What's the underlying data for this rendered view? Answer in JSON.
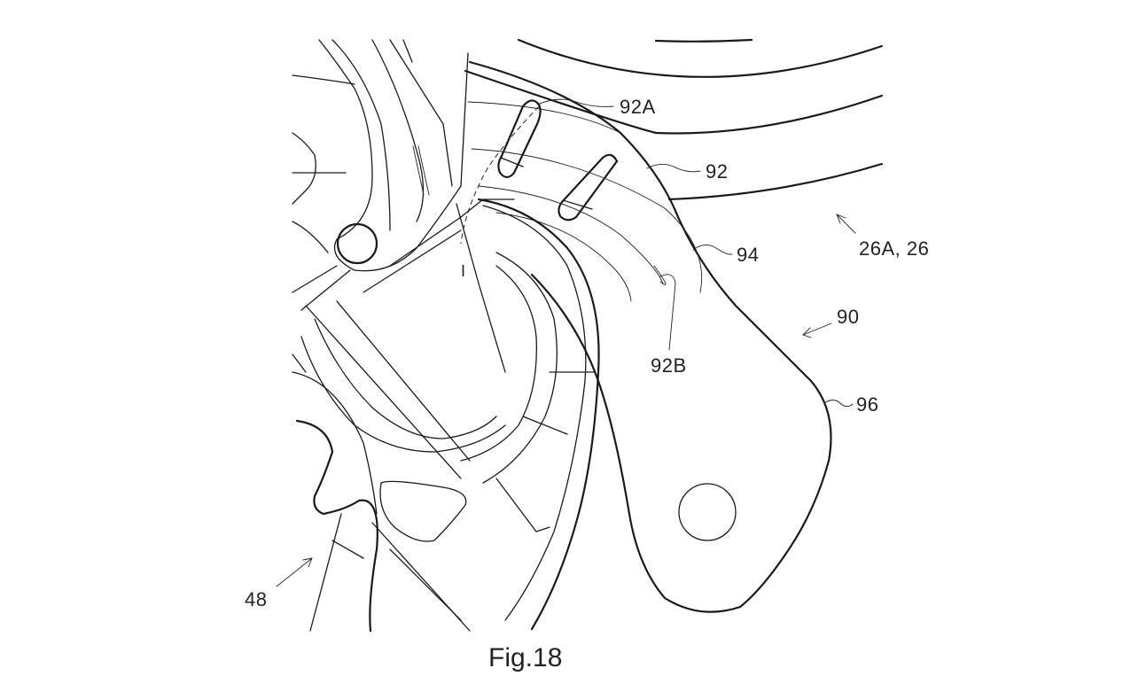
{
  "figure": {
    "caption": "Fig.18",
    "background": "#ffffff",
    "line_color": "#1a1a1a"
  },
  "labels": {
    "l92A": "92A",
    "l92": "92",
    "l26": "26A, 26",
    "l94": "94",
    "l90": "90",
    "l92B": "92B",
    "l96": "96",
    "l48": "48",
    "lI": "I"
  }
}
